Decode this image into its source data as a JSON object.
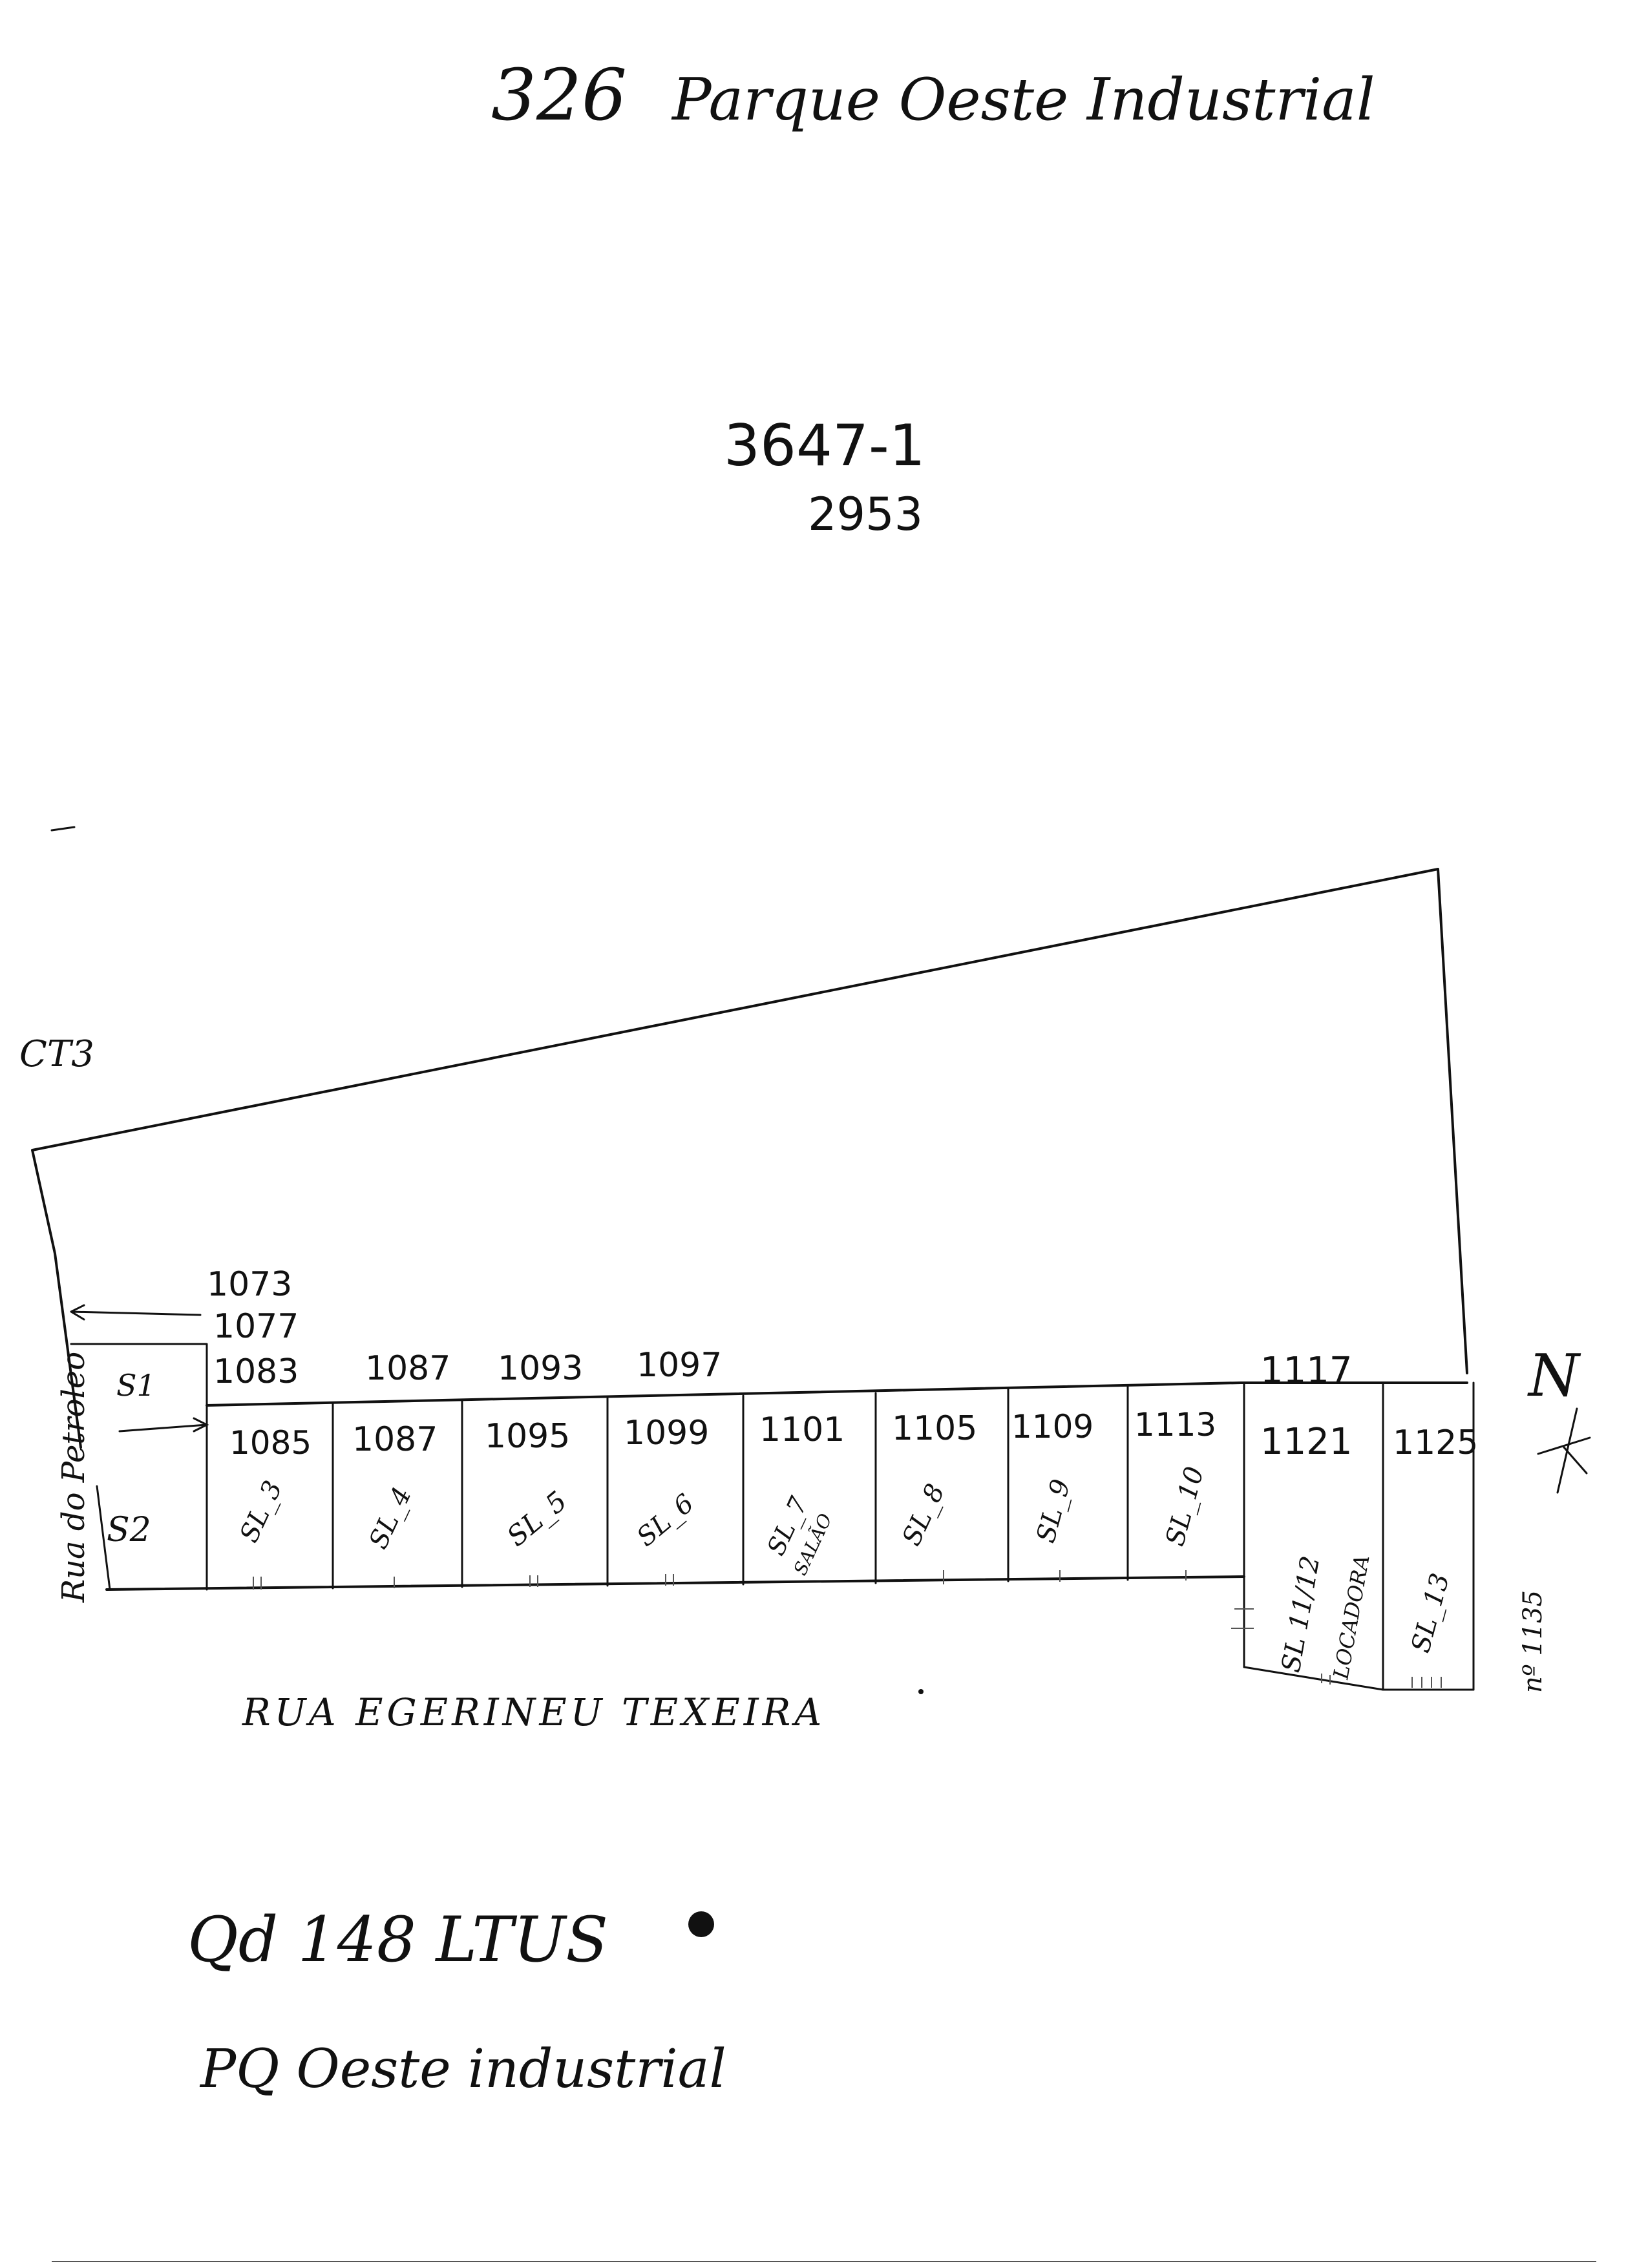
{
  "header": {
    "code": "326",
    "title": "Parque Oeste Industrial"
  },
  "reference": {
    "line1": "3647-1",
    "line2": "2953"
  },
  "labels": {
    "ct": "CT3",
    "left_street": "Rua do Petroleo",
    "bottom_street": "RUA EGERINEU TEXEIRA",
    "north": "N",
    "end_number": "nº 1135"
  },
  "units": {
    "s1": "S1",
    "s2": "S2",
    "sl3": "SL_3",
    "sl4": "SL_4",
    "sl5": "SL_5",
    "sl6": "SL_6",
    "sl7": "SL_7",
    "sl7_note": "SALÃO",
    "sl8": "SL_8",
    "sl9": "SL_9",
    "sl10": "SL_10",
    "sl11": "SL 11/12",
    "sl11_note": "LOCADORA",
    "sl13": "SL_13"
  },
  "numbers": {
    "n1073": "1073",
    "n1077": "1077",
    "n1083": "1083",
    "n1087": "1087",
    "n1093": "1093",
    "n1097": "1097",
    "n1117": "1117",
    "r1085": "1085",
    "r1087": "1087",
    "r1095": "1095",
    "r1099": "1099",
    "r1101": "1101",
    "r1105": "1105",
    "r1109": "1109",
    "r1113": "1113",
    "r1121": "1121",
    "r1125": "1125"
  },
  "footer": {
    "line1": "Qd 148 LTUS",
    "line2": "PQ Oeste industrial"
  }
}
